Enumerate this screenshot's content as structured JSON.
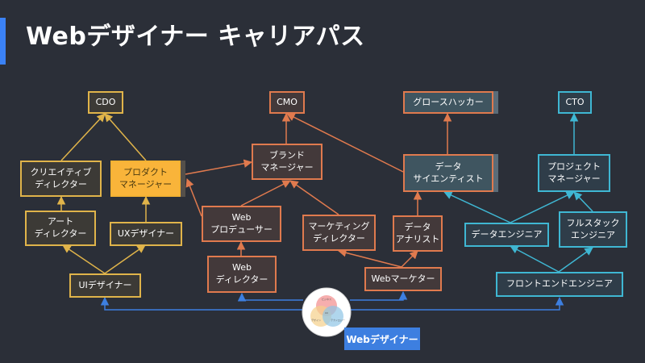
{
  "title": "Webデザイナー キャリアパス",
  "nodes": {
    "cdo": "CDO",
    "cmo": "CMO",
    "growth_hacker": "グロースハッカー",
    "cto": "CTO",
    "creative_director": "クリエイティブ\nディレクター",
    "product_manager": "プロダクト\nマネージャー",
    "brand_manager": "ブランド\nマネージャー",
    "data_scientist": "データ\nサイエンティスト",
    "project_manager": "プロジェクト\nマネージャー",
    "art_director": "アート\nディレクター",
    "ux_designer": "UXデザイナー",
    "web_producer": "Web\nプロデューサー",
    "marketing_director": "マーケティング\nディレクター",
    "data_analyst": "データ\nアナリスト",
    "data_engineer": "データエンジニア",
    "fullstack_engineer": "フルスタック\nエンジニア",
    "ui_designer": "UIデザイナー",
    "web_director": "Web\nディレクター",
    "web_marketer": "Webマーケター",
    "frontend_engineer": "フロントエンドエンジニア",
    "web_designer": "Webデザイナー"
  },
  "venn": {
    "top": "ビジネス",
    "left": "デザイン",
    "right": "テクノロジー",
    "center": "UX"
  },
  "colors": {
    "background": "#2b2f38",
    "accent": "#3b82f6",
    "design_track": "#e0b44a",
    "marketing_track": "#e07a4e",
    "engineering_track": "#3fb7d3",
    "base": "#3d7fe0"
  }
}
